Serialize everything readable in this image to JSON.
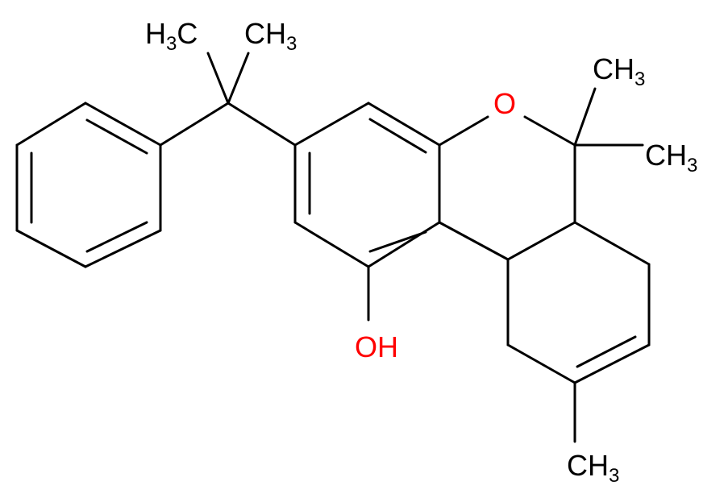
{
  "colors": {
    "background": "#ffffff",
    "bond": "#000000",
    "heteroatom": "#ff0000"
  },
  "labels": {
    "methyl_top_left": {
      "main": "H",
      "sub": "3",
      "tail": "C"
    },
    "methyl_top_right": {
      "main": "CH",
      "sub": "3"
    },
    "oxygen": "O",
    "methyl_ring_upper": {
      "main": "CH",
      "sub": "3"
    },
    "methyl_ring_lower": {
      "main": "CH",
      "sub": "3"
    },
    "hydroxyl": "OH",
    "methyl_bottom": {
      "main": "CH",
      "sub": "3"
    }
  }
}
